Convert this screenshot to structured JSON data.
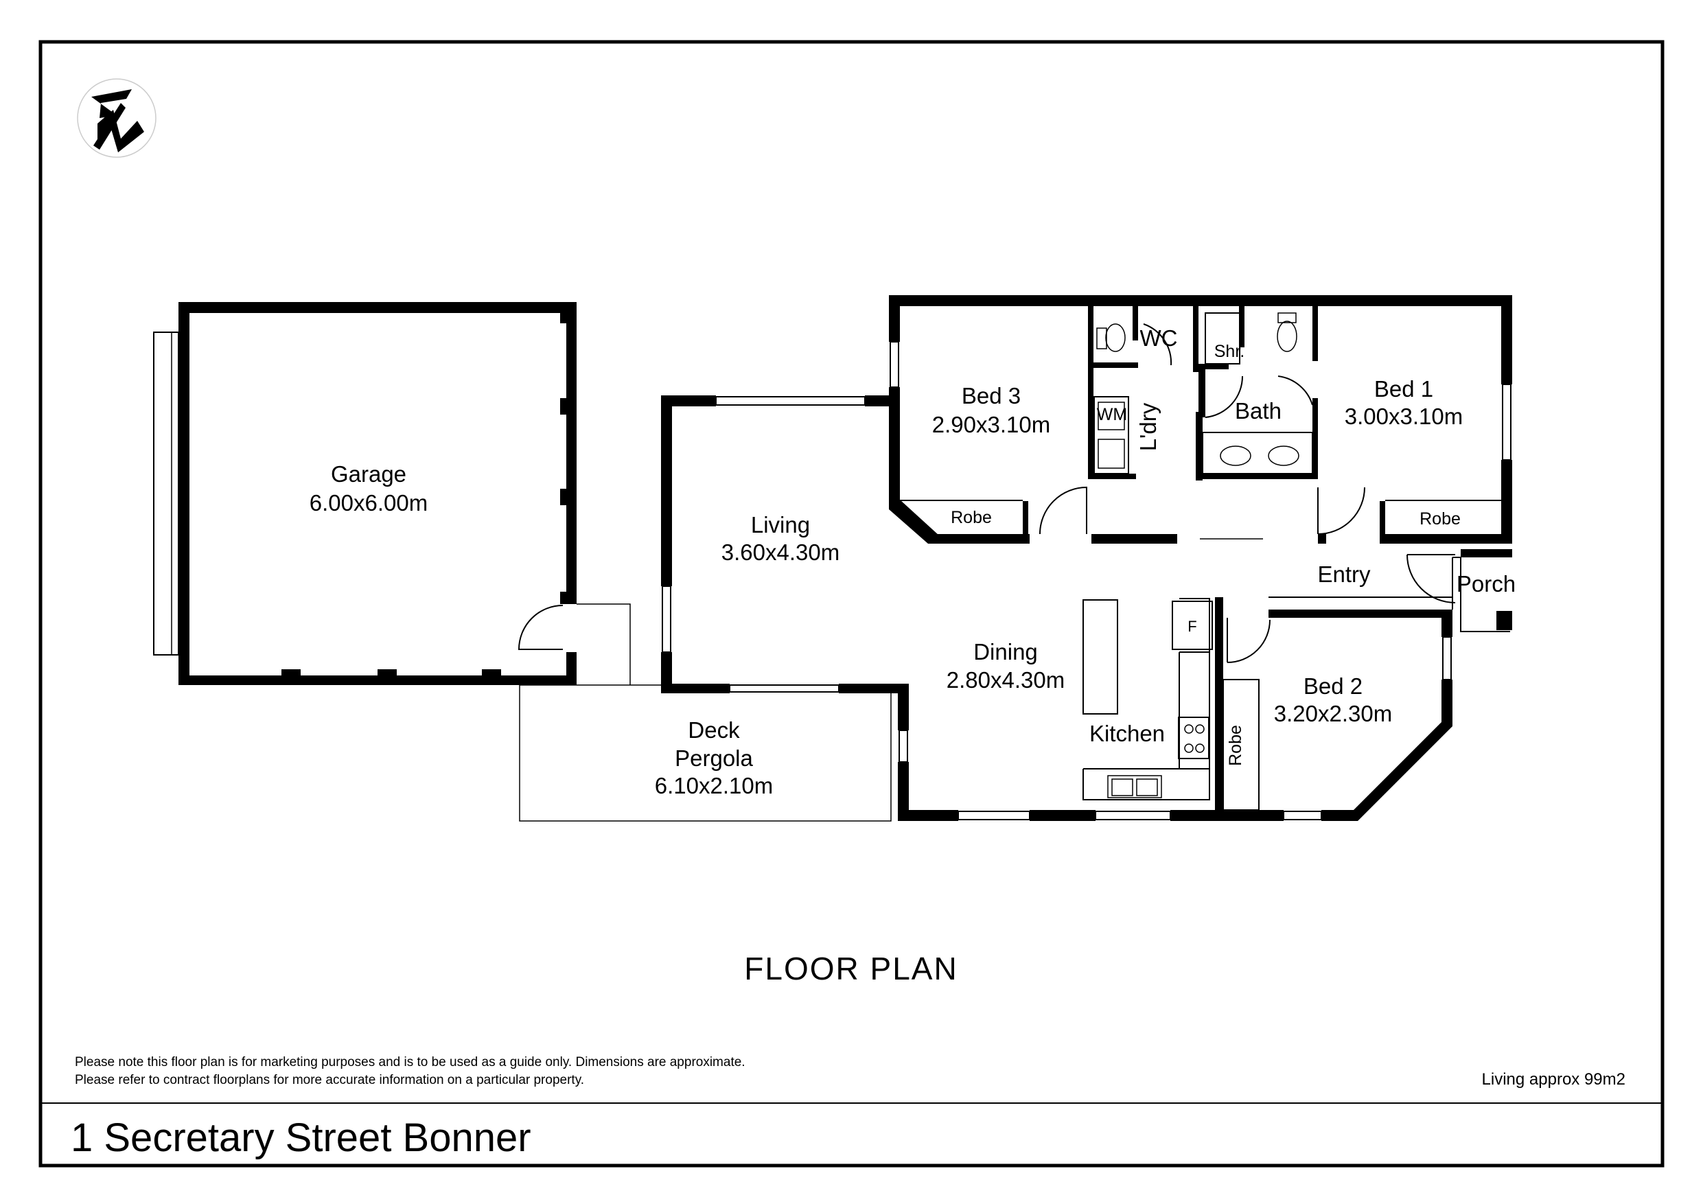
{
  "rooms": {
    "garage": {
      "name": "Garage",
      "size": "6.00x6.00m"
    },
    "living": {
      "name": "Living",
      "size": "3.60x4.30m"
    },
    "bed3": {
      "name": "Bed 3",
      "size": "2.90x3.10m"
    },
    "bed1": {
      "name": "Bed 1",
      "size": "3.00x3.10m"
    },
    "bed2": {
      "name": "Bed 2",
      "size": "3.20x2.30m"
    },
    "dining": {
      "name": "Dining",
      "size": "2.80x4.30m"
    },
    "deck": {
      "name": "Deck",
      "name2": "Pergola",
      "size": "6.10x2.10m"
    }
  },
  "labels": {
    "wc": "WC",
    "shower": "Shr.",
    "bath": "Bath",
    "laundry": "L'dry",
    "washing_machine": "WM",
    "robe": "Robe",
    "entry": "Entry",
    "porch": "Porch",
    "kitchen": "Kitchen",
    "fridge": "F"
  },
  "title": "FLOOR  PLAN",
  "disclaimer": {
    "line1": "Please note this floor plan is for marketing purposes and is to be used as a guide only. Dimensions are approximate.",
    "line2": "Please refer to contract floorplans for more accurate information on a particular property."
  },
  "area_note": "Living approx 99m2",
  "address": "1 Secretary Street Bonner",
  "logo": {
    "icon": "north-compass-logo"
  }
}
